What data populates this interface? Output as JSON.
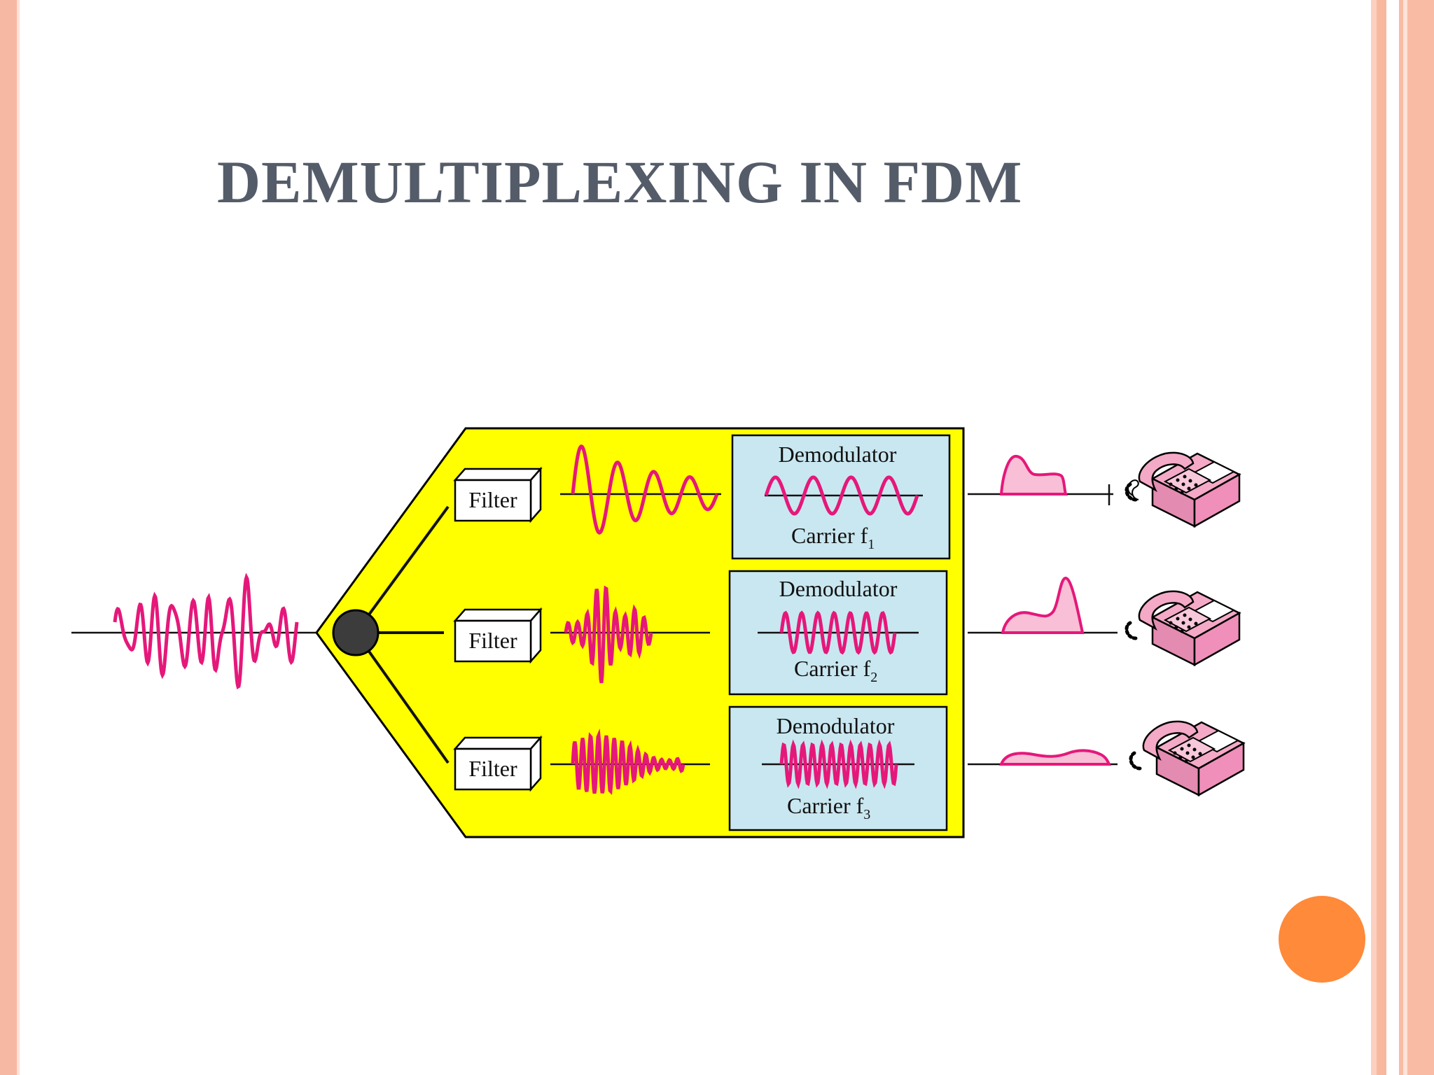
{
  "slide": {
    "title": "DEMULTIPLEXING IN FDM"
  },
  "diagram": {
    "filter_label": "Filter",
    "channels": [
      {
        "demodulator_label": "Demodulator",
        "carrier_label": "Carrier f",
        "carrier_subscript": "1"
      },
      {
        "demodulator_label": "Demodulator",
        "carrier_label": "Carrier f",
        "carrier_subscript": "2"
      },
      {
        "demodulator_label": "Demodulator",
        "carrier_label": "Carrier f",
        "carrier_subscript": "3"
      }
    ]
  },
  "colors": {
    "signal": "#e5187a",
    "panel": "#ffff00",
    "demod_box": "#c9e7f0",
    "accent_dot": "#fe8a3a",
    "title": "#555c69"
  }
}
